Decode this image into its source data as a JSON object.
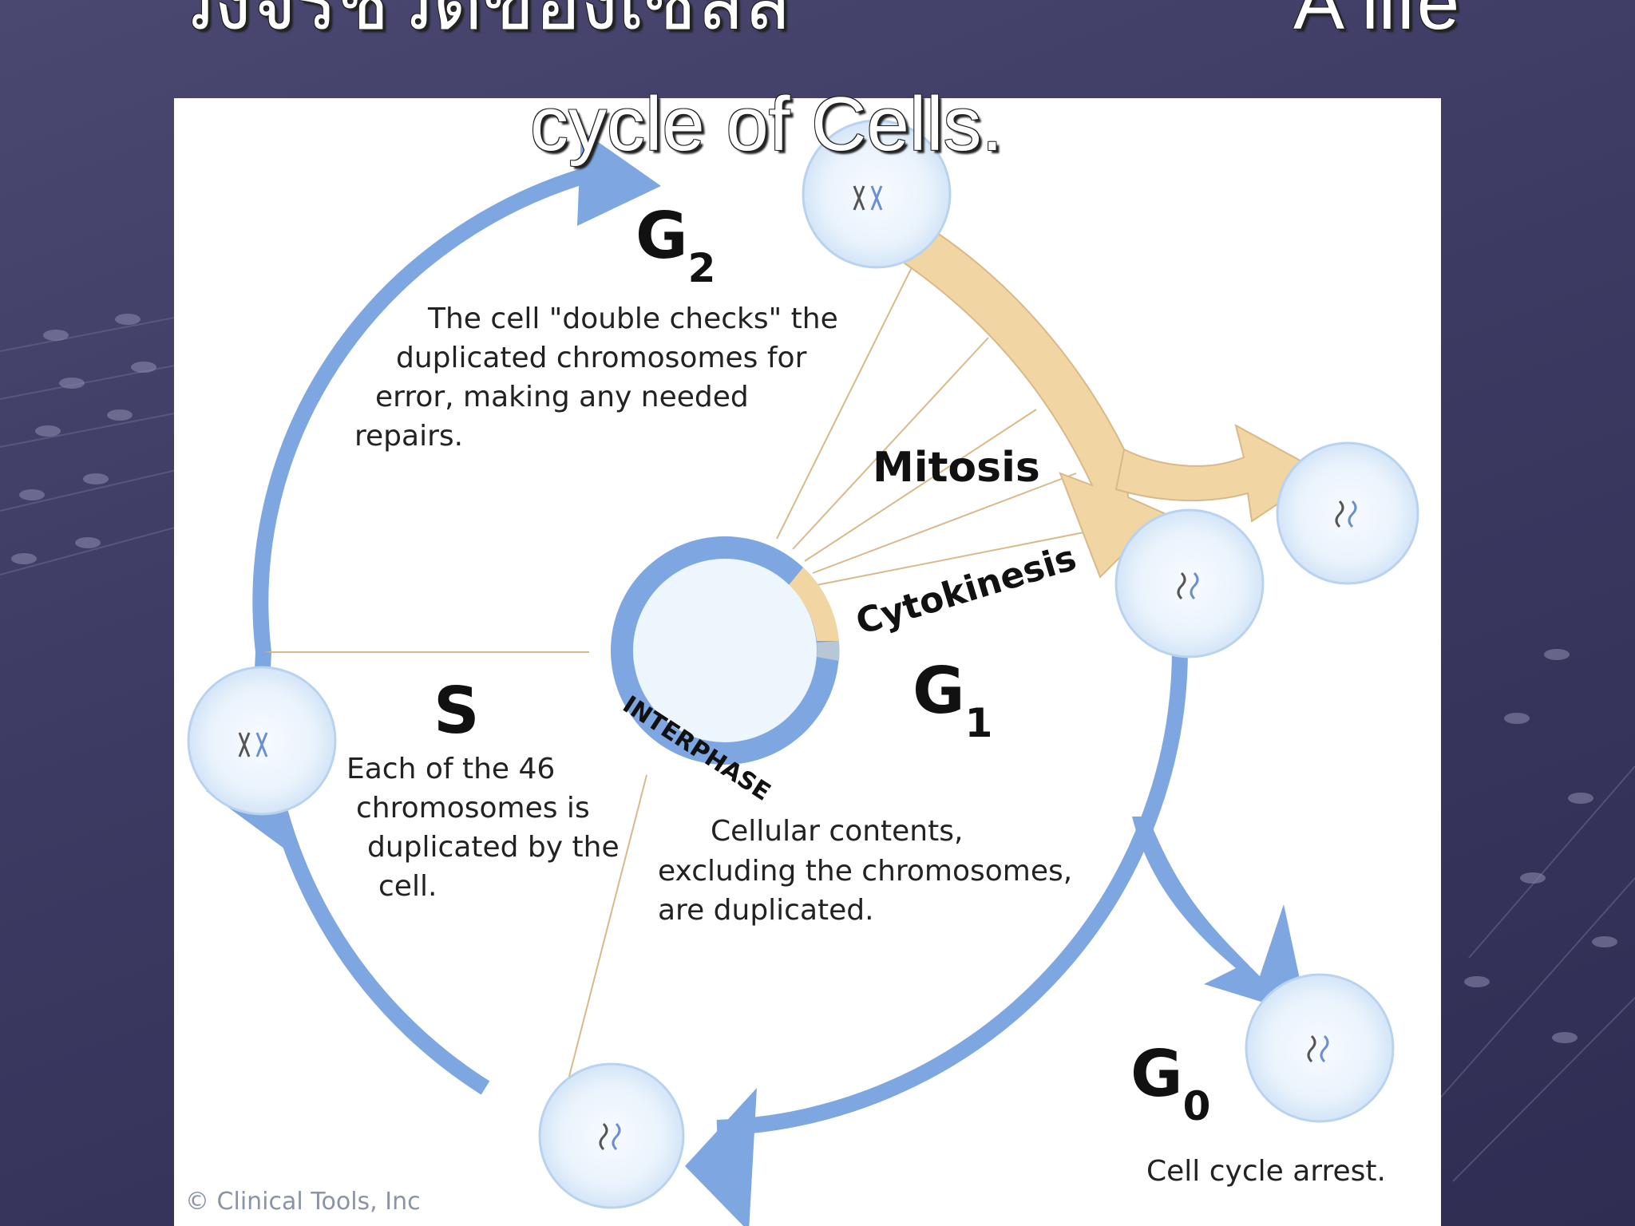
{
  "slide": {
    "title_thai": "วงจรชีวิตของเซลล์",
    "title_en_line1": "A life",
    "title_en_line2": "cycle of Cells."
  },
  "diagram": {
    "phases": {
      "g2": {
        "letter": "G",
        "sub": "2"
      },
      "s": {
        "letter": "S"
      },
      "g1": {
        "letter": "G",
        "sub": "1"
      },
      "g0": {
        "letter": "G",
        "sub": "0"
      },
      "mitosis": "Mitosis",
      "cytokinesis": "Cytokinesis",
      "interphase": "INTERPHASE"
    },
    "descriptions": {
      "g2": [
        "The cell \"double checks\" the",
        "duplicated chromosomes for",
        "error, making any needed",
        "repairs."
      ],
      "s": [
        "Each of the 46",
        "chromosomes is",
        "duplicated by the",
        "cell."
      ],
      "g1": [
        "Cellular contents,",
        "excluding the chromosomes,",
        "are duplicated."
      ],
      "g0": "Cell cycle arrest."
    },
    "credit": "© Clinical Tools, Inc",
    "colors": {
      "cycle_arrow": "#7ea6e0",
      "mitosis_arrow": "#f1d5a3",
      "cell_fill": "#eef6fd",
      "cell_edge": "#b9d3ef",
      "interphase_ring": "#7ea6e0"
    }
  }
}
